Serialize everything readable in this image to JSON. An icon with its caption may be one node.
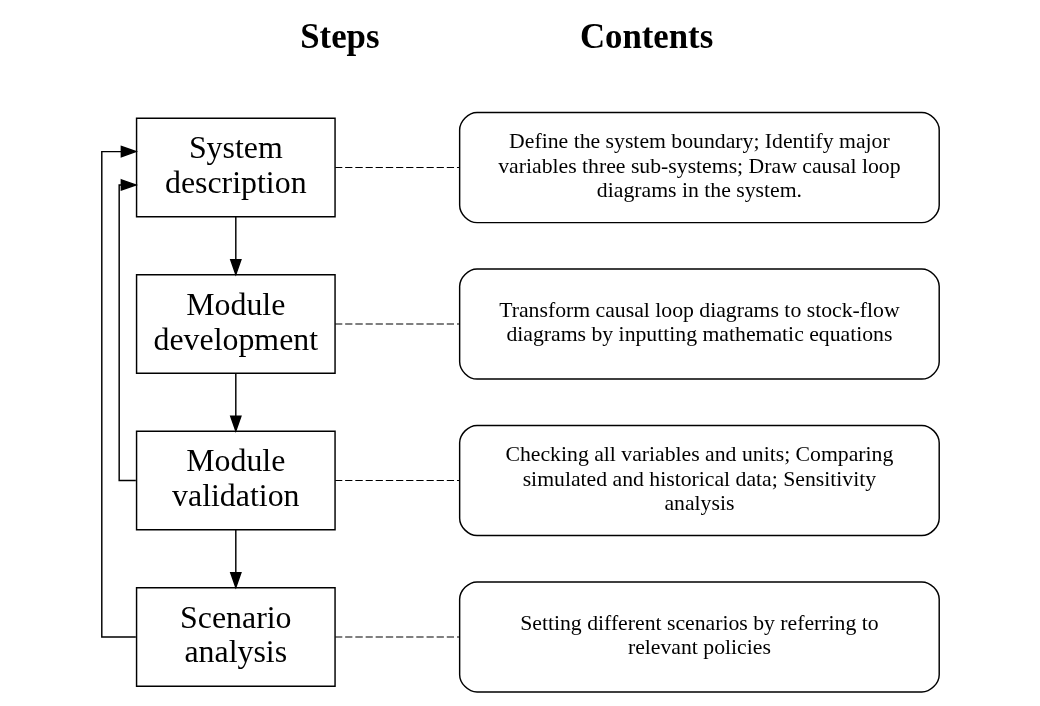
{
  "diagram": {
    "nodes": [
      {
        "text": [
          "System description"
        ]
      },
      {
        "text": [
          "Module development"
        ]
      },
      {
        "text": [
          "Module validation"
        ]
      },
      {
        "text": [
          "Scenario analysis"
        ]
      },
      {
        "text": [
          "Define the system boundary; Identify major variables three sub-systems; Draw causal loop diagrams in the system."
        ]
      },
      {
        "text": [
          "Transform causal loop diagrams to stock-flow diagrams by inputting mathematic equations"
        ]
      },
      {
        "text": [
          "Checking all variables and units; Comparing simulated and historical data; Sensitivity analysis"
        ]
      },
      {
        "text": [
          "Setting different scenarios by referring to relevant policies"
        ]
      }
    ],
    "edges": [
      {
        "from": 0,
        "to": 1,
        "arrow": "to"
      },
      {
        "from": 1,
        "to": 2,
        "arrow": "to"
      },
      {
        "from": 2,
        "to": 3,
        "arrow": "to"
      },
      {
        "from": 2,
        "to": 0,
        "arrow": "to"
      },
      {
        "from": 3,
        "to": 0,
        "arrow": "to"
      },
      {
        "from": 0,
        "to": 4,
        "arrow": "none",
        "style": "dashed"
      },
      {
        "from": 1,
        "to": 5,
        "arrow": "none",
        "style": "dashed"
      },
      {
        "from": 2,
        "to": 6,
        "arrow": "none",
        "style": "dashed"
      },
      {
        "from": 3,
        "to": 7,
        "arrow": "none",
        "style": "dashed"
      }
    ],
    "labels": [
      "Steps",
      "Contents"
    ]
  }
}
